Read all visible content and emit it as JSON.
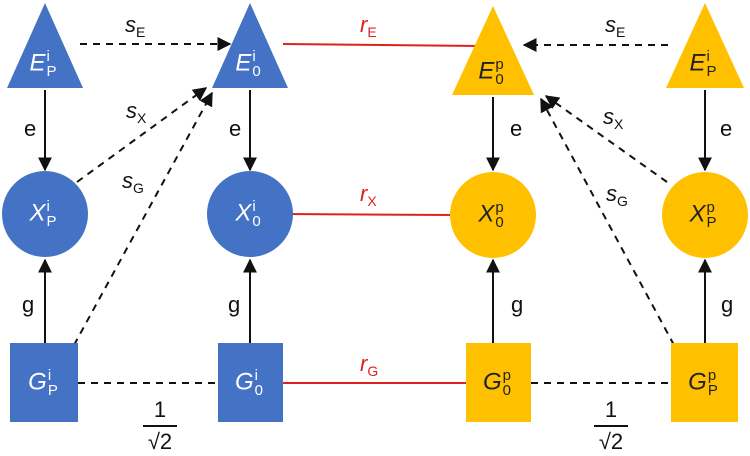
{
  "colors": {
    "blue": "#4472c4",
    "yellow": "#ffc000",
    "red": "#e0201f",
    "black": "#111111"
  },
  "nodes": {
    "E_P_i": {
      "base": "E",
      "sup": "i",
      "sub": "P"
    },
    "E_0_i": {
      "base": "E",
      "sup": "i",
      "sub": "0"
    },
    "E_0_p": {
      "base": "E",
      "sup": "p",
      "sub": "0"
    },
    "E_P_p": {
      "base": "E",
      "sup": "i",
      "sub": "P"
    },
    "X_P_i": {
      "base": "X",
      "sup": "i",
      "sub": "P"
    },
    "X_0_i": {
      "base": "X",
      "sup": "i",
      "sub": "0"
    },
    "X_0_p": {
      "base": "X",
      "sup": "p",
      "sub": "0"
    },
    "X_P_p": {
      "base": "X",
      "sup": "p",
      "sub": "P"
    },
    "G_P_i": {
      "base": "G",
      "sup": "i",
      "sub": "P"
    },
    "G_0_i": {
      "base": "G",
      "sup": "i",
      "sub": "0"
    },
    "G_0_p": {
      "base": "G",
      "sup": "p",
      "sub": "0"
    },
    "G_P_p": {
      "base": "G",
      "sup": "p",
      "sub": "P"
    }
  },
  "edge_labels": {
    "sE_left": {
      "base": "s",
      "sub": "E"
    },
    "sX_left": {
      "base": "s",
      "sub": "X"
    },
    "sG_left": {
      "base": "s",
      "sub": "G"
    },
    "sE_right": {
      "base": "s",
      "sub": "E"
    },
    "sX_right": {
      "base": "s",
      "sub": "X"
    },
    "sG_right": {
      "base": "s",
      "sub": "G"
    },
    "rE": {
      "base": "r",
      "sub": "E"
    },
    "rX": {
      "base": "r",
      "sub": "X"
    },
    "rG": {
      "base": "r",
      "sub": "G"
    },
    "e": "e",
    "g": "g"
  },
  "fractions": {
    "numerator": "1",
    "denominator": "√2"
  }
}
